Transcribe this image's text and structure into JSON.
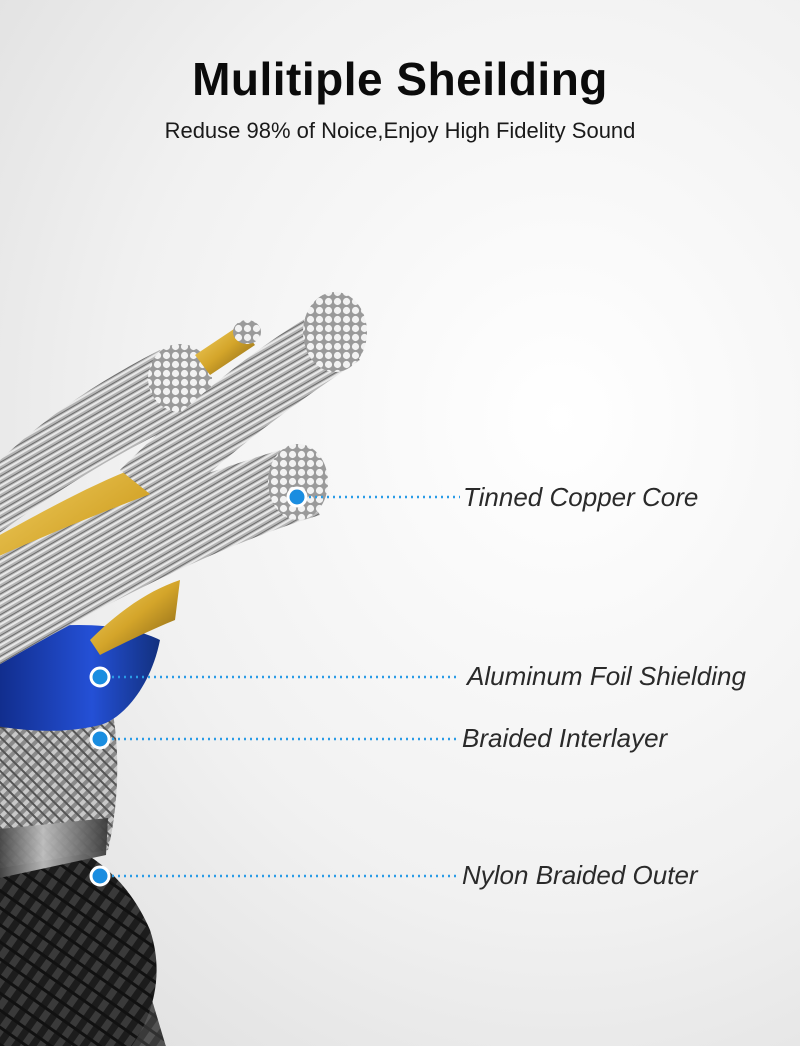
{
  "header": {
    "title": "Mulitiple Sheilding",
    "subtitle": "Reduse 98% of Noice,Enjoy High Fidelity Sound"
  },
  "colors": {
    "accent_dot": "#1a8de0",
    "leader_line": "#2a9be6",
    "shield_blue": "#1d3fb5",
    "copper_gold": "#d4a52a",
    "braid_dark": "#222222"
  },
  "callouts": [
    {
      "label": "Tinned Copper Core"
    },
    {
      "label": "Aluminum Foil Shielding"
    },
    {
      "label": "Braided Interlayer"
    },
    {
      "label": "Nylon Braided Outer"
    }
  ]
}
